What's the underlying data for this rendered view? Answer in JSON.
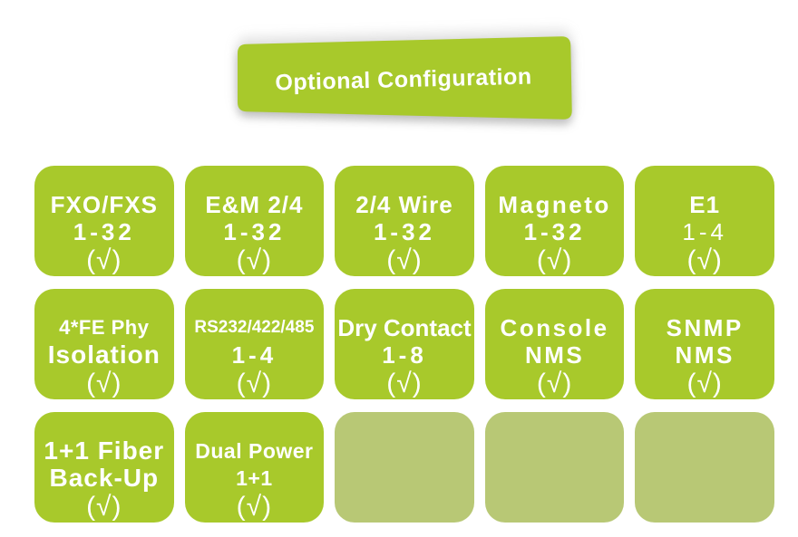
{
  "colors": {
    "accent_green": "#a8c92b",
    "muted_green": "#b8c875",
    "text_white": "#ffffff"
  },
  "banner": {
    "label": "Optional Configuration"
  },
  "grid": {
    "rows": [
      {
        "cells": [
          {
            "id": "fxo-fxs",
            "lines": [
              "FXO/FXS",
              "1-32"
            ],
            "check": "(√)"
          },
          {
            "id": "em-2-4",
            "lines": [
              "E&M 2/4",
              "1-32"
            ],
            "check": "(√)"
          },
          {
            "id": "2-4-wire",
            "lines": [
              "2/4 Wire",
              "1-32"
            ],
            "check": "(√)"
          },
          {
            "id": "magneto",
            "lines": [
              "Magneto",
              "1-32"
            ],
            "check": "(√)"
          },
          {
            "id": "e1",
            "lines": [
              "E1",
              "1-4"
            ],
            "check": "(√)"
          }
        ]
      },
      {
        "cells": [
          {
            "id": "4fe-phy-isolation",
            "lines": [
              "4*FE Phy",
              "Isolation"
            ],
            "check": "(√)"
          },
          {
            "id": "rs232-422-485",
            "lines": [
              "RS232/422/485",
              "1-4"
            ],
            "check": "(√)"
          },
          {
            "id": "dry-contact",
            "lines": [
              "Dry Contact",
              "1-8"
            ],
            "check": "(√)"
          },
          {
            "id": "console-nms",
            "lines": [
              "Console",
              "NMS"
            ],
            "check": "(√)"
          },
          {
            "id": "snmp-nms",
            "lines": [
              "SNMP",
              "NMS"
            ],
            "check": "(√)"
          }
        ]
      },
      {
        "cells": [
          {
            "id": "fiber-backup",
            "lines": [
              "1+1 Fiber",
              "Back-Up"
            ],
            "check": "(√)"
          },
          {
            "id": "dual-power",
            "lines": [
              "Dual Power",
              "1+1"
            ],
            "check": "(√)"
          },
          {
            "id": "empty-1",
            "lines": [],
            "check": ""
          },
          {
            "id": "empty-2",
            "lines": [],
            "check": ""
          },
          {
            "id": "empty-3",
            "lines": [],
            "check": ""
          }
        ]
      }
    ]
  }
}
